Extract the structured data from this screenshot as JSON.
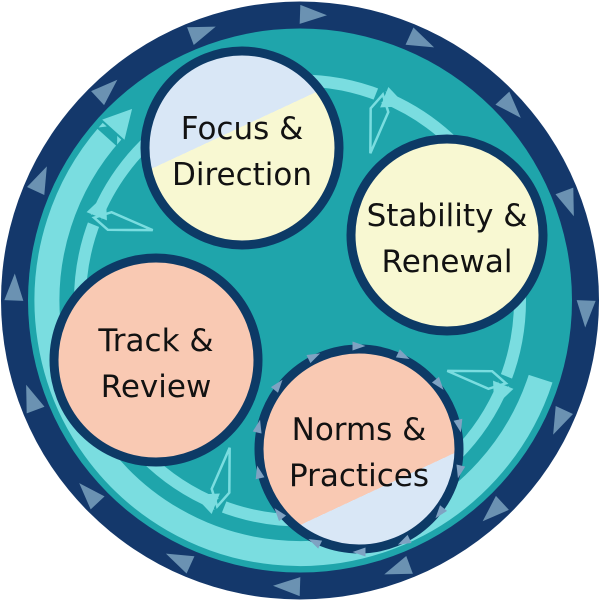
{
  "colors": {
    "outer_ring": "#14386b",
    "field": "#1fa5ab",
    "outer_arrows": "#6b92b2",
    "inner_ring": "#7adde0",
    "node_border": "#0d3a66",
    "norms_border_arrows": "#7fa2c2",
    "label_text": "#121212",
    "pale_yellow": "#f8f8d2",
    "salmon": "#f9c9b3",
    "light_blue": "#d9e7f6"
  },
  "nodes": {
    "focus": {
      "line1": "Focus &",
      "line2": "Direction"
    },
    "stability": {
      "line1": "Stability &",
      "line2": "Renewal"
    },
    "track": {
      "line1": "Track &",
      "line2": "Review"
    },
    "norms": {
      "line1": "Norms &",
      "line2": "Practices"
    }
  }
}
